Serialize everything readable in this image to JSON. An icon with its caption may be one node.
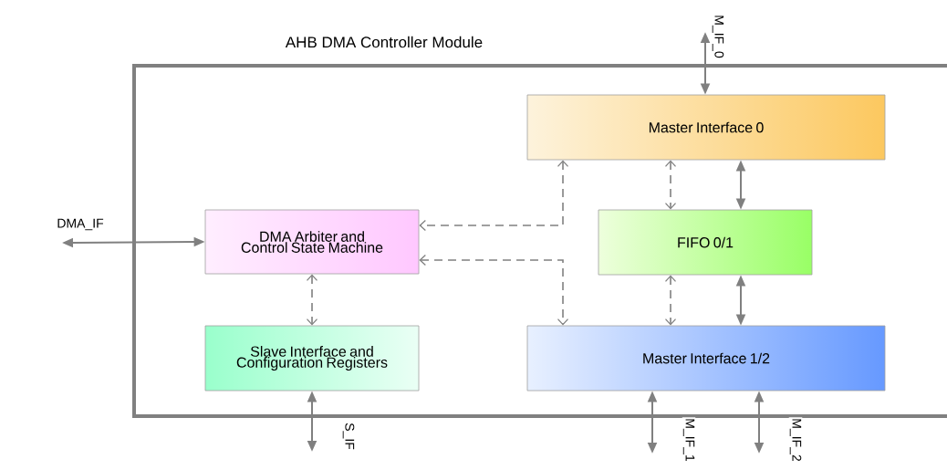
{
  "diagram": {
    "nodes": [
      {
        "text": [
          "AHB DMA Controller Module"
        ]
      },
      {
        "text": [
          "Master Interface 0"
        ],
        "in": 0
      },
      {
        "text": [
          "DMA Arbiter and Control State Machine"
        ],
        "in": 0
      },
      {
        "text": [
          "FIFO 0/1"
        ],
        "in": 0
      },
      {
        "text": [
          "Slave Interface and Configuration Registers"
        ],
        "in": 0
      },
      {
        "text": [
          "Master Interface 1/2"
        ],
        "in": 0
      }
    ],
    "edges": [
      {
        "from": null,
        "to": 1,
        "arrow": "both",
        "label": "M_IF_0"
      },
      {
        "from": null,
        "to": 2,
        "arrow": "both",
        "label": "DMA_IF"
      },
      {
        "from": 1,
        "to": 2,
        "arrow": "both",
        "style": "dashed"
      },
      {
        "from": 2,
        "to": 5,
        "arrow": "both",
        "style": "dashed"
      },
      {
        "from": 1,
        "to": 3,
        "arrow": "both",
        "style": "dashed"
      },
      {
        "from": 1,
        "to": 3,
        "arrow": "both"
      },
      {
        "from": 3,
        "to": 5,
        "arrow": "both",
        "style": "dashed"
      },
      {
        "from": 3,
        "to": 5,
        "arrow": "both"
      },
      {
        "from": 2,
        "to": 4,
        "arrow": "both",
        "style": "dashed"
      },
      {
        "from": 4,
        "to": null,
        "arrow": "both",
        "label": "S_IF"
      },
      {
        "from": 5,
        "to": null,
        "arrow": "both",
        "label": "M_IF_1"
      },
      {
        "from": 5,
        "to": null,
        "arrow": "both",
        "label": "M_IF_2"
      }
    ]
  }
}
